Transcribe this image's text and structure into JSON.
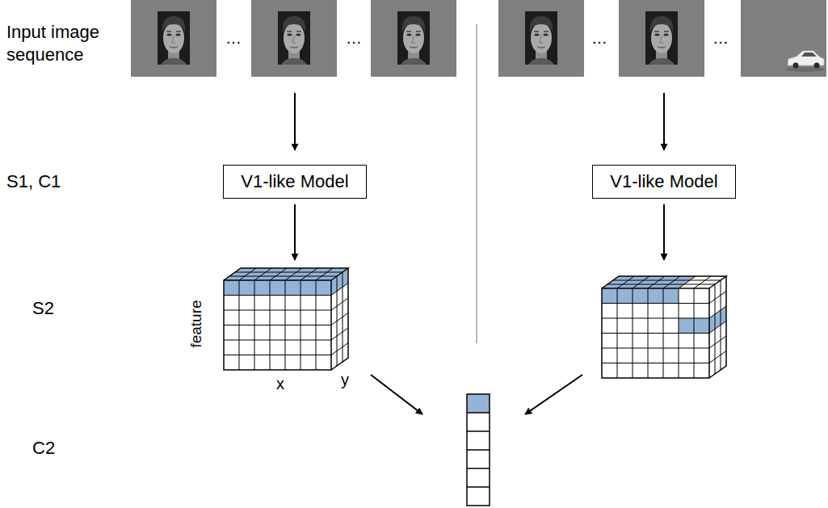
{
  "diagram": {
    "nodes": [
      {
        "text": [
          "V1-like Model"
        ]
      },
      {
        "text": [
          "V1-like Model"
        ]
      }
    ],
    "labels": [
      "Input image sequence",
      "…",
      "…",
      "…",
      "…",
      "S1, C1",
      "S2",
      "feature",
      "x",
      "y",
      "C2"
    ]
  }
}
